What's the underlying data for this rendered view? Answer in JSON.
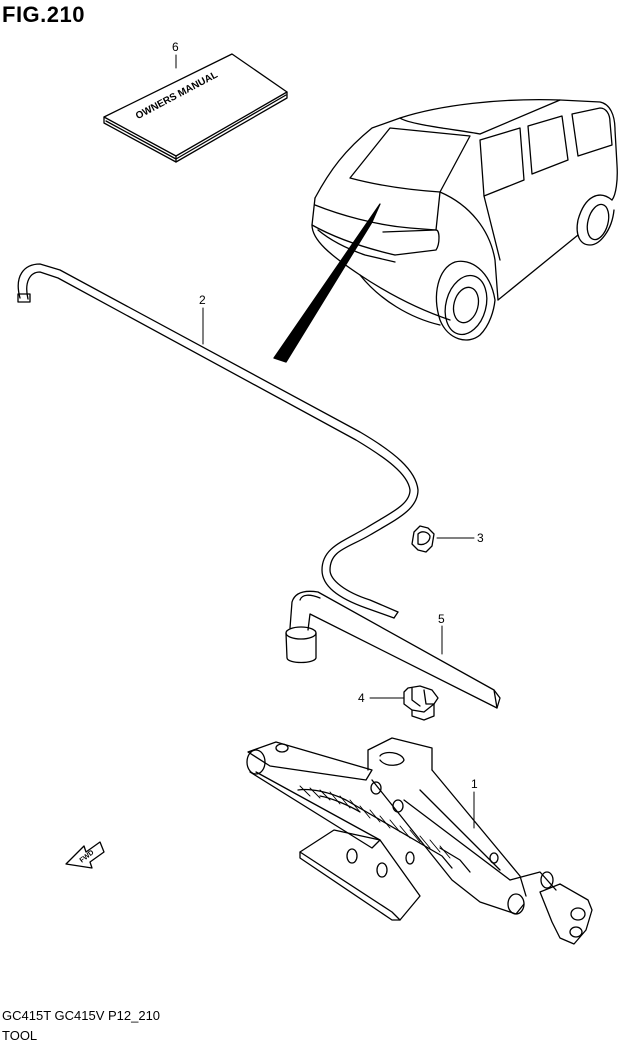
{
  "figure": {
    "title": "FIG.210"
  },
  "manual": {
    "text": "OWNERS MANUAL"
  },
  "fwd": {
    "text": "FWD"
  },
  "callouts": {
    "c1": "1",
    "c2": "2",
    "c3": "3",
    "c4": "4",
    "c5": "5",
    "c6": "6"
  },
  "footer": {
    "model": "GC415T GC415V P12_210",
    "section": "TOOL"
  }
}
